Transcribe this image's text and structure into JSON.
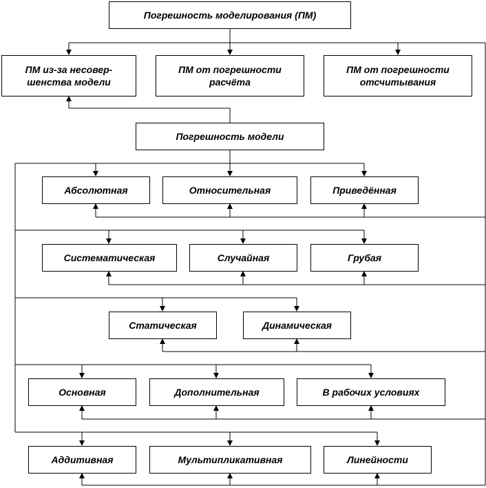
{
  "nodes": {
    "root": "Погрешность моделирования (ПМ)",
    "pm_imperfection": "ПМ из-за несовер-\nшенства модели",
    "pm_calc": "ПМ от погрешности\nрасчёта",
    "pm_reading": "ПМ от погрешности\nотсчитывания",
    "model_error": "Погрешность модели",
    "absolute": "Абсолютная",
    "relative": "Относительная",
    "reduced": "Приведённая",
    "systematic": "Систематическая",
    "random": "Случайная",
    "gross": "Грубая",
    "static": "Статическая",
    "dynamic": "Динамическая",
    "basic": "Основная",
    "additional": "Дополнительная",
    "operating": "В рабочих условиях",
    "additive": "Аддитивная",
    "multiplicative": "Мультипликативная",
    "linearity": "Линейности"
  }
}
